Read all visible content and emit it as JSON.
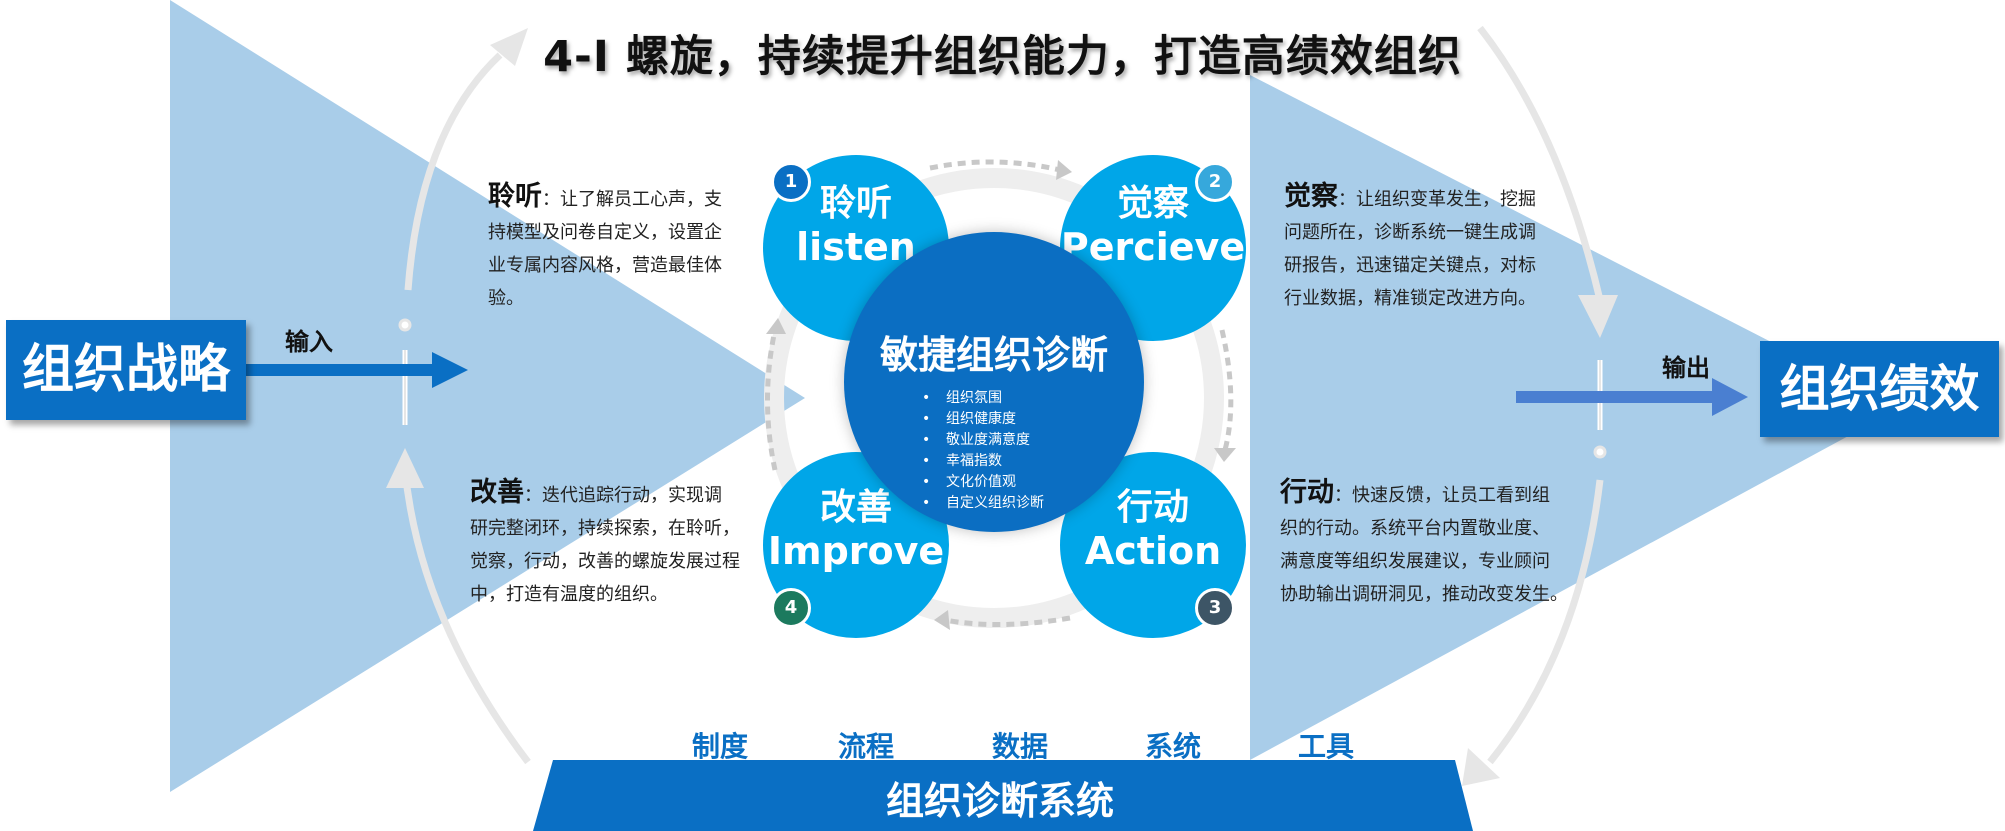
{
  "title": "4-I 螺旋，持续提升组织能力，打造高绩效组织",
  "input_box": "组织战略",
  "output_box": "组织绩效",
  "input_label": "输入",
  "output_label": "输出",
  "center": {
    "title": "敏捷组织诊断",
    "items": [
      "组织氛围",
      "组织健康度",
      "敬业度满意度",
      "幸福指数",
      "文化价值观",
      "自定义组织诊断"
    ]
  },
  "phases": [
    {
      "number": "1",
      "cn": "聆听",
      "en": "listen",
      "badge_color": "#0a6fc4"
    },
    {
      "number": "2",
      "cn": "觉察",
      "en": "Percieve",
      "badge_color": "#36a8dc"
    },
    {
      "number": "3",
      "cn": "行动",
      "en": "Action",
      "badge_color": "#3d5566"
    },
    {
      "number": "4",
      "cn": "改善",
      "en": "Improve",
      "badge_color": "#1c7a5e"
    }
  ],
  "descriptions": {
    "listen": {
      "head": "聆听",
      "lines": [
        "：让了解员工心声，支",
        "持模型及问卷自定义，设置企",
        "业专属内容风格，营造最佳体",
        "验。"
      ]
    },
    "percieve": {
      "head": "觉察",
      "lines": [
        "：让组织变革发生，挖掘",
        "问题所在，诊断系统一键生成调",
        "研报告，迅速锚定关键点，对标",
        "行业数据，精准锁定改进方向。"
      ]
    },
    "improve": {
      "head": "改善",
      "lines": [
        "：迭代追踪行动，实现调",
        "研完整闭环，持续探索，在聆听，",
        "觉察，行动，改善的螺旋发展过程",
        "中，打造有温度的组织。"
      ]
    },
    "action": {
      "head": "行动",
      "lines": [
        "：快速反馈，让员工看到组",
        "织的行动。系统平台内置敬业度、",
        "满意度等组织发展建议，专业顾问",
        "协助输出调研洞见，推动改变发生。"
      ]
    }
  },
  "pillars": [
    "制度",
    "流程",
    "数据",
    "系统",
    "工具"
  ],
  "base_label": "组织诊断系统",
  "colors": {
    "primary": "#0a6fc4",
    "light": "#00a6e8",
    "pale": "#a9cde9"
  }
}
